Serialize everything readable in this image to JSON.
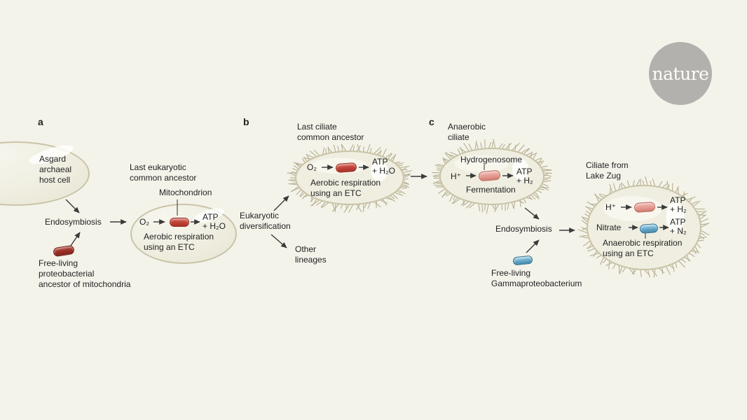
{
  "figure": {
    "source_logo": "nature"
  },
  "colors": {
    "background": "#f4f3ea",
    "cell_fill": "#eeedde",
    "cell_border": "#c9c3a6",
    "mitochondrion_red": "#c4463b",
    "proteobacterium_dark_red": "#9b3026",
    "hydrogenosome_pink": "#e59b92",
    "gammaproteobacterium_blue": "#64a9cc",
    "logo_gray": "#b3b1ad",
    "text": "#1f1f1f",
    "arrow": "#3a3a3a"
  },
  "panel_a": {
    "label": "a",
    "asgard_cell_label": "Asgard\narchaeal\nhost cell",
    "endosymbiosis_label": "Endosymbiosis",
    "free_living_label": "Free-living\nproteobacterial\nancestor of mitochondria",
    "leca_label": "Last eukaryotic\ncommon ancestor",
    "mitochondrion_label": "Mitochondrion",
    "reaction_substrate": "O₂",
    "reaction_product": "ATP\n+ H₂O",
    "respiration_label": "Aerobic respiration\nusing an ETC"
  },
  "panel_b": {
    "label": "b",
    "ciliate_label": "Last ciliate\ncommon ancestor",
    "reaction_substrate": "O₂",
    "reaction_product": "ATP\n+ H₂O",
    "respiration_label": "Aerobic respiration\nusing an ETC",
    "diversification_label": "Eukaryotic\ndiversification",
    "other_lineages_label": "Other\nlineages"
  },
  "panel_c": {
    "label": "c",
    "anaerobic_ciliate_label": "Anaerobic\nciliate",
    "hydrogenosome_label": "Hydrogenosome",
    "h_substrate": "H⁺",
    "h_product": "ATP\n+ H₂",
    "fermentation_label": "Fermentation",
    "endosymbiosis_label": "Endosymbiosis",
    "free_living_label": "Free-living\nGammaproteobacterium",
    "lake_zug_label": "Ciliate from\nLake Zug",
    "zug_h_substrate": "H⁺",
    "zug_h_product": "ATP\n+ H₂",
    "zug_nitrate_substrate": "Nitrate",
    "zug_nitrate_product": "ATP\n+ N₂",
    "respiration_label": "Anaerobic respiration\nusing an ETC"
  }
}
